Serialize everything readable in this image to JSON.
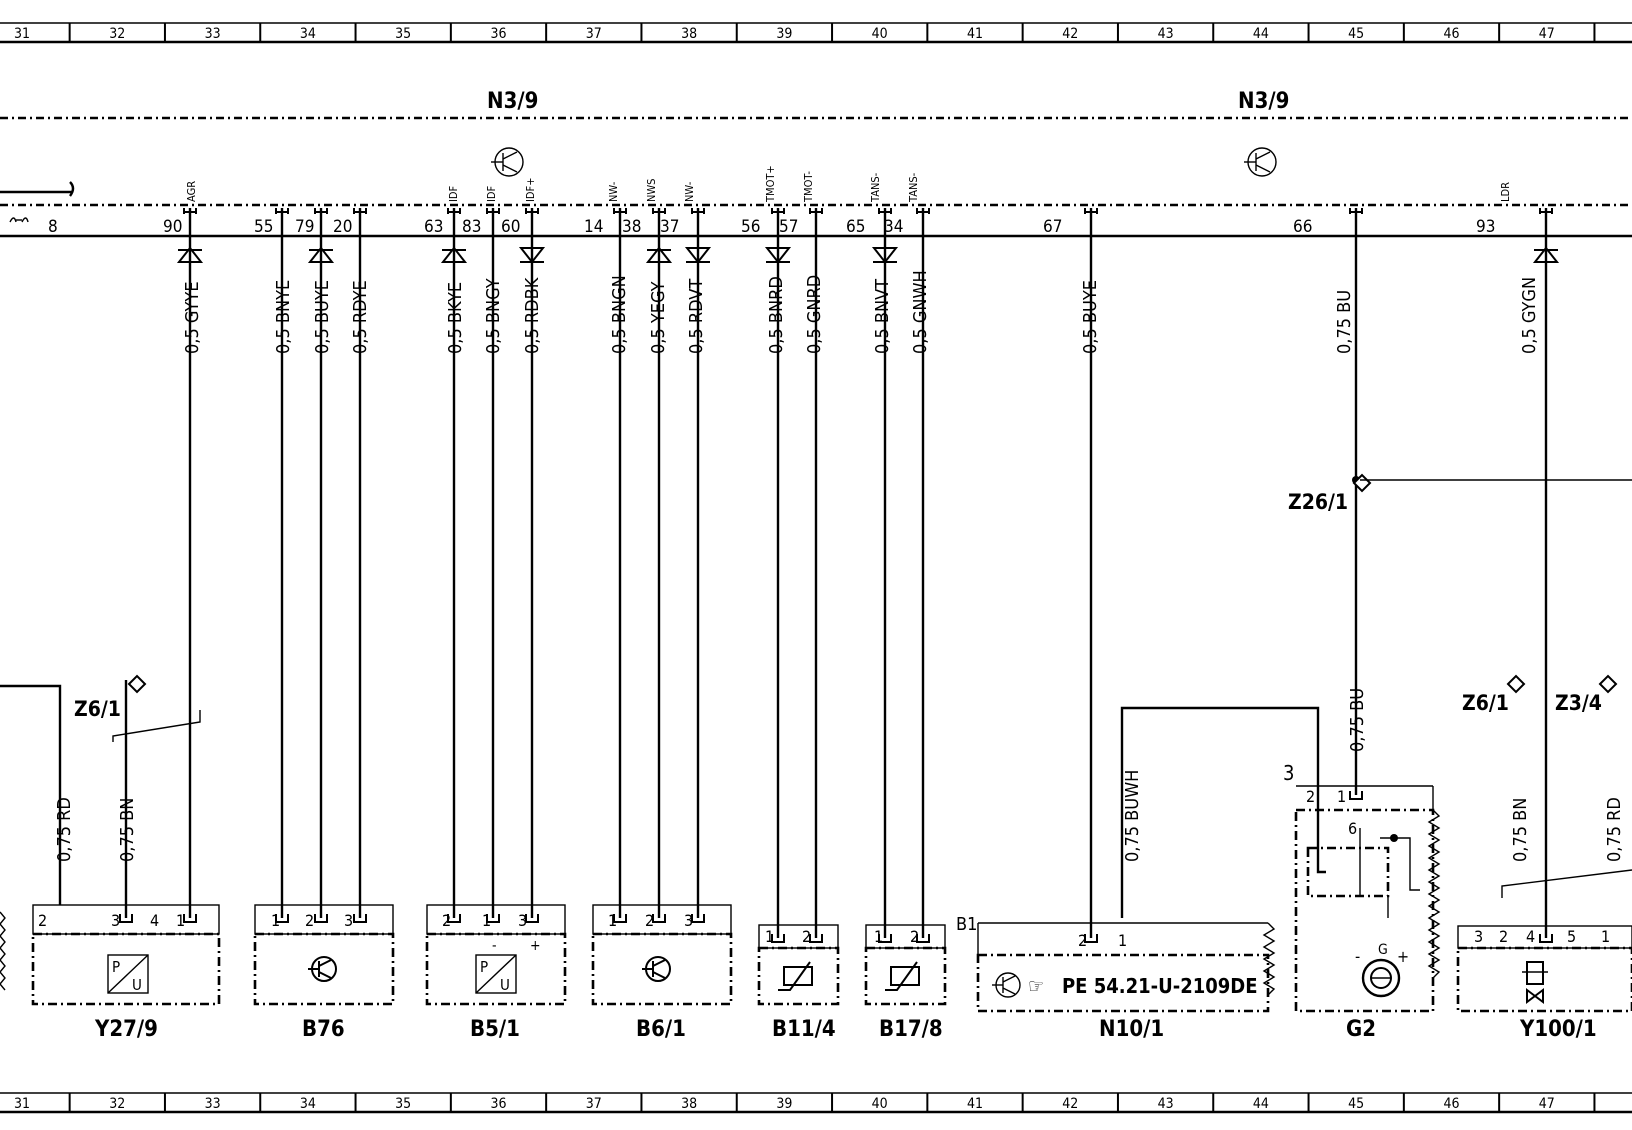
{
  "ruler": {
    "top_labels": [
      "31",
      "32",
      "33",
      "34",
      "35",
      "36",
      "37",
      "38",
      "39",
      "40",
      "41",
      "42",
      "43",
      "44",
      "45",
      "46",
      "47"
    ],
    "bottom_labels": [
      "31",
      "32",
      "33",
      "34",
      "35",
      "36",
      "37",
      "38",
      "39",
      "40",
      "41",
      "42",
      "43",
      "44",
      "45",
      "46",
      "47"
    ]
  },
  "module_labels": [
    "N3/9",
    "N3/9"
  ],
  "pins": [
    "8",
    "90",
    "55",
    "79",
    "20",
    "63",
    "83",
    "60",
    "14",
    "38",
    "37",
    "56",
    "57",
    "65",
    "34",
    "67",
    "66",
    "93"
  ],
  "signals": [
    "AGR",
    "IDF",
    "IDF",
    "IDF+",
    "NW-",
    "NWS",
    "NW-",
    "TMOT+",
    "TMOT-",
    "TANS-",
    "TANS-",
    "LDR"
  ],
  "wire_labels": [
    "0,5 GYYE",
    "0,5 BNYE",
    "0,5 BUYE",
    "0,5 RDYE",
    "0,5 BKYE",
    "0,5 BNGY",
    "0,5 RDBK",
    "0,5 BNGN",
    "0,5 YEGY",
    "0,5 RDVT",
    "0,5 BNRD",
    "0,5 GNRD",
    "0,5 BNVT",
    "0,5 GNWH",
    "0,5 BUYE",
    "0,75 BU",
    "0,5 GYGN"
  ],
  "lower_wire_labels": [
    "0,75 RD",
    "0,75 BN",
    "0,75 BUWH",
    "0,75 BU",
    "0,75 BN",
    "0,75 RD"
  ],
  "splices": [
    "Z6/1",
    "Z26/1",
    "Z6/1",
    "Z3/4"
  ],
  "components": [
    "Y27/9",
    "B76",
    "B5/1",
    "B6/1",
    "B11/4",
    "B17/8",
    "N10/1",
    "G2",
    "Y100/1"
  ],
  "connector_pins": {
    "y27_9": [
      "2",
      "3",
      "4",
      "1"
    ],
    "b76": [
      "1",
      "2",
      "3"
    ],
    "b5_1": [
      "2",
      "1",
      "3"
    ],
    "b6_1": [
      "1",
      "2",
      "3"
    ],
    "b11_4": [
      "1",
      "2"
    ],
    "b17_8": [
      "1",
      "2"
    ],
    "n10_1": [
      "2",
      "1"
    ],
    "g2": [
      "2",
      "1",
      "6",
      "3"
    ],
    "y100_1": [
      "3",
      "2",
      "4",
      "5",
      "1"
    ]
  },
  "reference": "PE 54.21-U-2109DE",
  "n10_corner_label": "B1",
  "g2_terminal_labels": [
    "G",
    "-",
    "+"
  ],
  "b5_1_polarity": [
    "-",
    "+"
  ],
  "sensor_glyphs": [
    "P",
    "U"
  ]
}
